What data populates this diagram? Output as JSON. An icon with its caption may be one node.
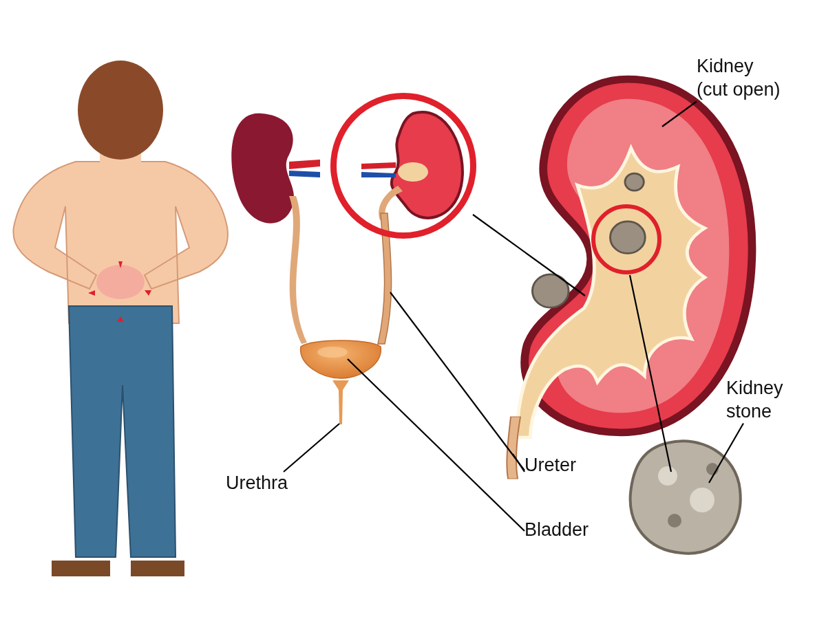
{
  "diagram": {
    "nodes": [
      {
        "text": [
          "Kidney (cut open)"
        ]
      },
      {
        "text": [
          "Kidney stone"
        ]
      },
      {
        "text": [
          "Ureter"
        ]
      },
      {
        "text": [
          "Urethra"
        ]
      },
      {
        "text": [
          "Bladder"
        ]
      },
      {
        "text": [],
        "shape": "picture"
      },
      {
        "text": [],
        "shape": "picture"
      },
      {
        "text": [],
        "shape": "picture"
      },
      {
        "text": [],
        "shape": "picture"
      },
      {
        "text": [],
        "shape": "picture"
      },
      {
        "text": [],
        "shape": "picture"
      },
      {
        "text": [],
        "shape": "circle"
      },
      {
        "text": [],
        "shape": "circle",
        "in": 5
      }
    ],
    "edges": [
      {
        "from": 0,
        "to": 5,
        "arrow": "none"
      },
      {
        "from": 1,
        "to": 6,
        "arrow": "none"
      },
      {
        "from": 2,
        "to": 7,
        "arrow": "none"
      },
      {
        "from": 2,
        "to": 8,
        "arrow": "none"
      },
      {
        "from": 3,
        "to": 9,
        "arrow": "none"
      },
      {
        "from": 4,
        "to": 10,
        "arrow": "none"
      },
      {
        "from": 11,
        "to": 5,
        "arrow": "none"
      },
      {
        "from": 12,
        "to": 6,
        "arrow": "none"
      }
    ]
  }
}
